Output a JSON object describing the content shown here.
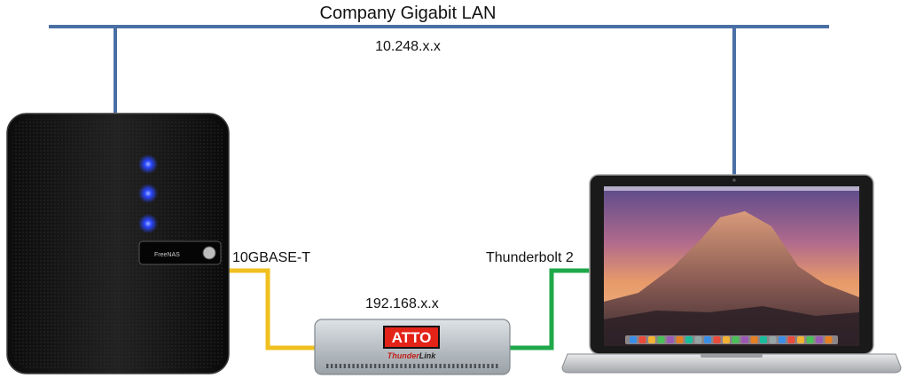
{
  "network": {
    "title": "Company Gigabit LAN",
    "subnet": "10.248.x.x"
  },
  "links": {
    "nas_to_adapter": "10GBASE-T",
    "adapter_to_laptop": "Thunderbolt 2",
    "private_subnet": "192.168.x.x"
  },
  "devices": {
    "adapter_brand": "ATTO",
    "adapter_model_prefix": "Thunder",
    "adapter_model_suffix": "Link",
    "nas_badge": "FreeNAS"
  },
  "colors": {
    "lan_line": "#4a6fa5",
    "ethernet_10g": "#f0c020",
    "thunderbolt": "#1fa84a"
  }
}
